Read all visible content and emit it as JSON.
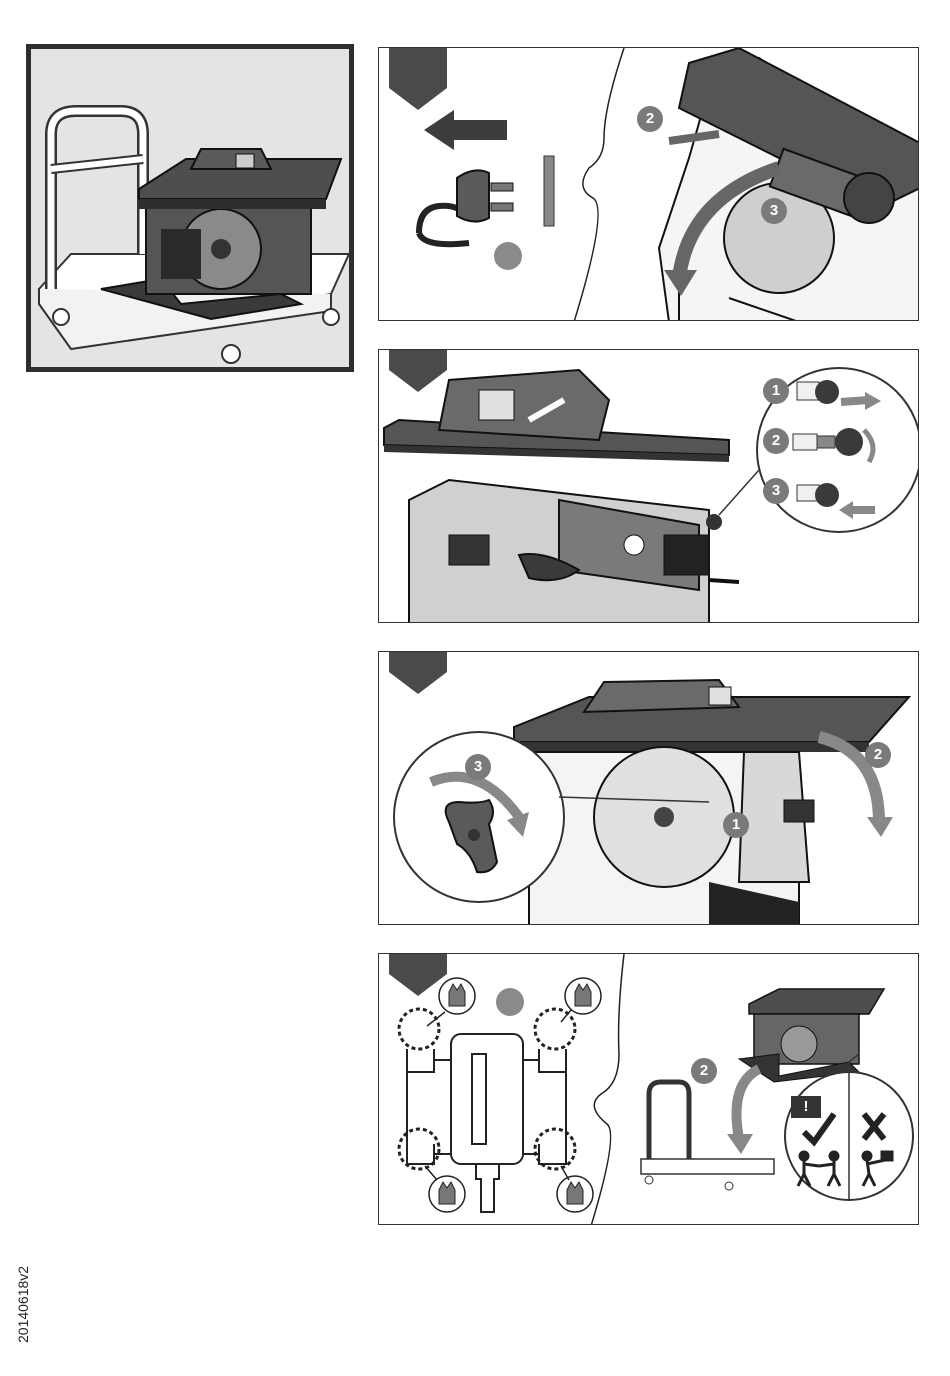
{
  "document": {
    "revision_code": "20140618v2"
  },
  "steps": [
    {
      "id": "step-1",
      "callouts": [
        "2",
        "3"
      ],
      "icons": [
        "arrow-left-icon",
        "power-plug-icon",
        "switch-off-icon"
      ]
    },
    {
      "id": "step-2",
      "callouts": [
        "1",
        "2",
        "3"
      ]
    },
    {
      "id": "step-3",
      "callouts": [
        "3",
        "2",
        "1"
      ]
    },
    {
      "id": "step-4",
      "callouts": [
        "2"
      ],
      "warning_symbol": "!",
      "icons": [
        "hand-grip-icon",
        "check-mark-icon",
        "cross-mark-icon",
        "two-person-lift-icon",
        "one-person-lift-icon"
      ]
    }
  ],
  "colors": {
    "badge": "#4a4a4a",
    "callout": "#7a7a7a",
    "machine_dark": "#3a3a3a",
    "machine_mid": "#8a8a8a",
    "intro_background": "#e4e4e4"
  }
}
